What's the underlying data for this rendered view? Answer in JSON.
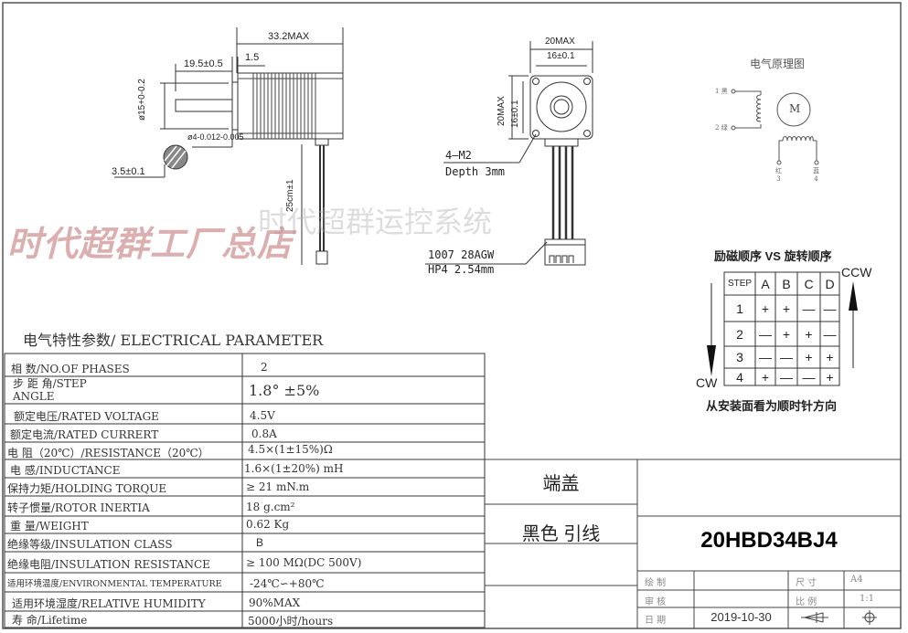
{
  "side_view": {
    "overall_length": "33.2MAX",
    "shaft_length": "19.5±0.5",
    "flange_thickness": "1.5",
    "pilot_diameter": "ø15+0-0.2",
    "shaft_diameter": "ø4-0.012-0.005",
    "flat_dimension": "3.5±0.1",
    "lead_length": "25cm±1"
  },
  "front_view": {
    "width_max": "20MAX",
    "hole_spacing": "16±0.1",
    "height_max": "20MAX",
    "height_spacing": "16±0.1",
    "mount_holes_line1": "4—M2",
    "mount_holes_line2": "Depth  3mm",
    "wire_spec_line1": "1007  28AGW",
    "wire_spec_line2": "HP4  2.54mm"
  },
  "schematic": {
    "title": "电气原理图",
    "motor_label": "M",
    "pins": [
      {
        "num": "1",
        "color": "黑"
      },
      {
        "num": "2",
        "color": "绿"
      },
      {
        "num": "3",
        "color": "红"
      },
      {
        "num": "4",
        "color": "蓝"
      }
    ]
  },
  "sequence": {
    "title": "励磁顺序 VS 旋转顺序",
    "headers": [
      "STEP",
      "A",
      "B",
      "C",
      "D"
    ],
    "rows": [
      [
        "1",
        "+",
        "+",
        "—",
        "—"
      ],
      [
        "2",
        "—",
        "+",
        "+",
        "—"
      ],
      [
        "3",
        "—",
        "—",
        "+",
        "+"
      ],
      [
        "4",
        "+",
        "—",
        "—",
        "+"
      ]
    ],
    "ccw_label": "CCW",
    "cw_label": "CW",
    "footnote": "从安装面看为顺时针方向"
  },
  "watermarks": {
    "red": "时代超群工厂总店",
    "gray": "时代超群运控系统"
  },
  "parameters": {
    "title": "电气特性参数/ ELECTRICAL PARAMETER",
    "rows": [
      {
        "label": "相      数/NO.OF PHASES",
        "value": "2"
      },
      {
        "label": "步 距 角/STEP ANGLE",
        "value": "1.8°  ±5%"
      },
      {
        "label": "额定电压/RATED VOLTAGE",
        "value": "4.5V"
      },
      {
        "label": "额定电流/RATED CURRERT",
        "value": "0.8A"
      },
      {
        "label": "电    阻（20℃）/RESISTANCE（20℃）",
        "value": "4.5×(1±15%)Ω"
      },
      {
        "label": "电      感/INDUCTANCE",
        "value": "1.6×(1±20%) mH"
      },
      {
        "label": "保持力矩/HOLDING TORQUE",
        "value": "≥ 21 mN.m"
      },
      {
        "label": "转子惯量/ROTOR INERTIA",
        "value": "18 g.cm²"
      },
      {
        "label": "重      量/WEIGHT",
        "value": "0.62 Kg"
      },
      {
        "label": "绝缘等级/INSULATION  CLASS",
        "value": "B"
      },
      {
        "label": "绝缘电阻/INSULATION  RESISTANCE",
        "value": "≥ 100 MΩ(DC 500V)"
      },
      {
        "label": "适用环境温度/ENVIRONMENTAL TEMPERATURE",
        "value": "-24℃∽+80℃"
      },
      {
        "label": "适用环境湿度/RELATIVE HUMIDITY",
        "value": "90%MAX"
      },
      {
        "label": "寿      命/Lifetime",
        "value": "5000小时/hours"
      }
    ]
  },
  "title_block": {
    "part1": "端盖",
    "part2": "黑色 引线",
    "model": "20HBD34BJ4",
    "drawn_label": "绘  制",
    "check_label": "审  核",
    "date_label": "日  期",
    "date": "2019-10-30",
    "size_label": "尺  寸",
    "size": "A4",
    "scale_label": "比  例",
    "scale": "1:1",
    "projection_icons": [
      "first-angle-cone-icon",
      "crosshair-circle-icon"
    ]
  }
}
